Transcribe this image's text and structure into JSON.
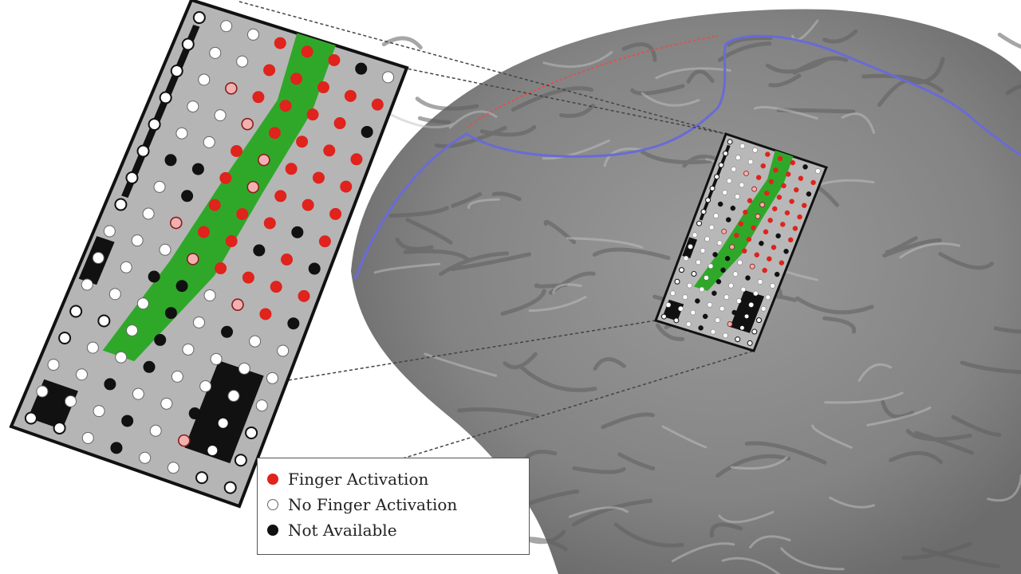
{
  "legend": {
    "items": [
      {
        "label": "Finger Activation",
        "fill": "#e0231c",
        "stroke": "#e0231c"
      },
      {
        "label": "No Finger Activation",
        "fill": "#ffffff",
        "stroke": "#666666"
      },
      {
        "label": "Not Available",
        "fill": "#111111",
        "stroke": "#111111"
      }
    ]
  },
  "colors": {
    "brain": "#8a8a8a",
    "grid_background": "#b5b5b5",
    "central_sulcus": "#2fa82a",
    "sylvian_line": "#6a6ad8",
    "finger_activation": "#e0231c",
    "not_available": "#111111"
  },
  "electrode_grid": {
    "rows": 16,
    "columns": 8,
    "states": [
      "NWWRRRBW",
      "NWWRRRRR",
      "NWPRRRRB",
      "NWWPRRRR",
      "NWWRPRRR",
      "NBBRPRRR",
      "NWBRRRBR",
      "NWPRRBRB",
      "WWWPRRRR",
      "WWBBWPRB",
      "WWWBWBWW",
      "NNWBWWWW",
      "NWWBWWWW",
      "WWBWWBNN",
      "WWWBWPNN",
      "NNWBWWNN"
    ]
  }
}
